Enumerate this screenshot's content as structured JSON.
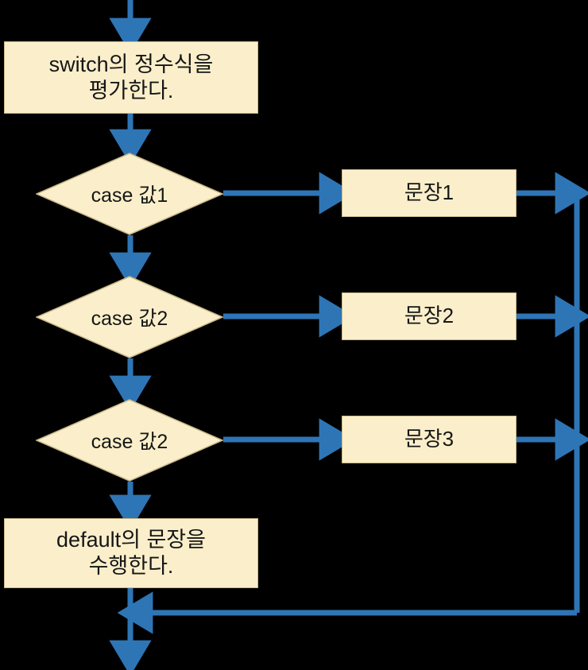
{
  "diagram": {
    "type": "flowchart",
    "title": "switch statement flowchart",
    "language": "ko",
    "background_color": "#000000",
    "node_fill_color": "#FBEFCB",
    "node_border_color": "#C9B98B",
    "connector_color": "#2E75B6",
    "text_color": "#161616"
  },
  "nodes": {
    "entry_arrow": "entry-arrow",
    "evaluate_box": "switch의 정수식을\n평가한다.",
    "case1_diamond": "case 값1",
    "case2_diamond": "case 값2",
    "case3_diamond": "case 값2",
    "statement1_box": "문장1",
    "statement2_box": "문장2",
    "statement3_box": "문장3",
    "default_box": "default의 문장을\n수행한다.",
    "exit_arrow": "exit-arrow"
  },
  "connectors": [
    {
      "name": "entry-to-evaluate",
      "from": "top",
      "to": "evaluate_box",
      "direction": "down"
    },
    {
      "name": "evaluate-to-case1",
      "from": "evaluate_box",
      "to": "case1_diamond",
      "direction": "down"
    },
    {
      "name": "case1-to-statement1",
      "from": "case1_diamond",
      "to": "statement1_box",
      "direction": "right"
    },
    {
      "name": "case1-to-case2",
      "from": "case1_diamond",
      "to": "case2_diamond",
      "direction": "down"
    },
    {
      "name": "case2-to-statement2",
      "from": "case2_diamond",
      "to": "statement2_box",
      "direction": "right"
    },
    {
      "name": "case2-to-case3",
      "from": "case2_diamond",
      "to": "case3_diamond",
      "direction": "down"
    },
    {
      "name": "case3-to-statement3",
      "from": "case3_diamond",
      "to": "statement3_box",
      "direction": "right"
    },
    {
      "name": "case3-to-default",
      "from": "case3_diamond",
      "to": "default_box",
      "direction": "down"
    },
    {
      "name": "statement1-to-merge",
      "from": "statement1_box",
      "to": "merge-spine",
      "direction": "right"
    },
    {
      "name": "statement2-to-merge",
      "from": "statement2_box",
      "to": "merge-spine",
      "direction": "right"
    },
    {
      "name": "statement3-to-merge",
      "from": "statement3_box",
      "to": "merge-spine",
      "direction": "right"
    },
    {
      "name": "merge-spine-to-exit",
      "from": "merge-spine",
      "to": "exit_arrow",
      "direction": "left"
    },
    {
      "name": "default-to-exit",
      "from": "default_box",
      "to": "exit_arrow",
      "direction": "down"
    }
  ]
}
